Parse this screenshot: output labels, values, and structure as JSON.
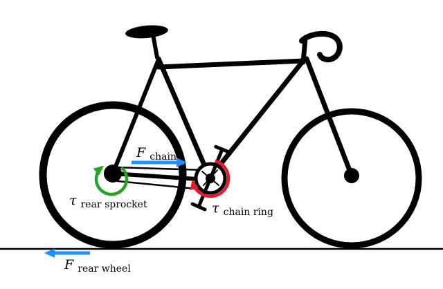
{
  "figure": {
    "title": "bicycle-drive-torque-diagram",
    "background": "#ffffff",
    "colors": {
      "ink": "#000000",
      "force_arrow": "#1e90ff",
      "rear_sprocket_arrow": "#27a327",
      "chain_ring_arrow": "#e8192c"
    },
    "labels": {
      "f_chain": {
        "symbol": "F",
        "subscript": "chain"
      },
      "tau_rear_sprocket": {
        "symbol": "τ",
        "subscript": "rear sprocket"
      },
      "tau_chain_ring": {
        "symbol": "τ",
        "subscript": "chain ring"
      },
      "f_rear_wheel": {
        "symbol": "F",
        "subscript": "rear wheel"
      }
    }
  }
}
